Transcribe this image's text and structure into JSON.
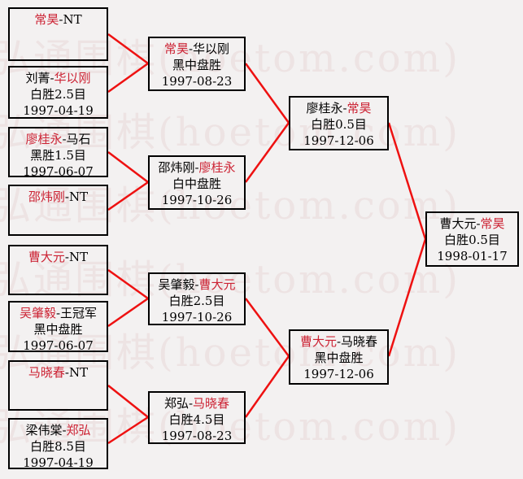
{
  "colors": {
    "background": "#f3f1f1",
    "watermark": "#ede3e3",
    "line_red": "#ee1111",
    "winner_red": "#cc2233",
    "text_black": "#000000",
    "border_black": "#000000"
  },
  "watermark": {
    "text": "弘通围棋(hoetom.com)"
  },
  "matches": [
    {
      "p1": "常昊",
      "sep": "-",
      "p2": "NT",
      "winner": "p1",
      "result": "",
      "date": ""
    },
    {
      "p1": "刘菁",
      "sep": "-",
      "p2": "华以刚",
      "winner": "p2",
      "result": "白胜2.5目",
      "date": "1997-04-19"
    },
    {
      "p1": "廖桂永",
      "sep": "-",
      "p2": "马石",
      "winner": "p1",
      "result": "黑胜1.5目",
      "date": "1997-06-07"
    },
    {
      "p1": "邵炜刚",
      "sep": "-",
      "p2": "NT",
      "winner": "p1",
      "result": "",
      "date": ""
    },
    {
      "p1": "曹大元",
      "sep": "-",
      "p2": "NT",
      "winner": "p1",
      "result": "",
      "date": ""
    },
    {
      "p1": "吴肇毅",
      "sep": "-",
      "p2": "王冠军",
      "winner": "p1",
      "result": "黑中盘胜",
      "date": "1997-06-07"
    },
    {
      "p1": "马晓春",
      "sep": "-",
      "p2": "NT",
      "winner": "p1",
      "result": "",
      "date": ""
    },
    {
      "p1": "梁伟棠",
      "sep": "-",
      "p2": "郑弘",
      "winner": "p2",
      "result": "白胜8.5目",
      "date": "1997-04-19"
    },
    {
      "p1": "常昊",
      "sep": "-",
      "p2": "华以刚",
      "winner": "p1",
      "result": "黑中盘胜",
      "date": "1997-08-23"
    },
    {
      "p1": "邵炜刚",
      "sep": "-",
      "p2": "廖桂永",
      "winner": "p2",
      "result": "白中盘胜",
      "date": "1997-10-26"
    },
    {
      "p1": "吴肇毅",
      "sep": "-",
      "p2": "曹大元",
      "winner": "p2",
      "result": "白胜2.5目",
      "date": "1997-10-26"
    },
    {
      "p1": "郑弘",
      "sep": "-",
      "p2": "马晓春",
      "winner": "p2",
      "result": "白胜4.5目",
      "date": "1997-08-23"
    },
    {
      "p1": "廖桂永",
      "sep": "-",
      "p2": "常昊",
      "winner": "p2",
      "result": "白胜0.5目",
      "date": "1997-12-06"
    },
    {
      "p1": "曹大元",
      "sep": "-",
      "p2": "马晓春",
      "winner": "p1",
      "result": "黑中盘胜",
      "date": "1997-12-06"
    },
    {
      "p1": "曹大元",
      "sep": "-",
      "p2": "常昊",
      "winner": "p2",
      "result": "白胜0.5目",
      "date": "1998-01-17"
    }
  ]
}
